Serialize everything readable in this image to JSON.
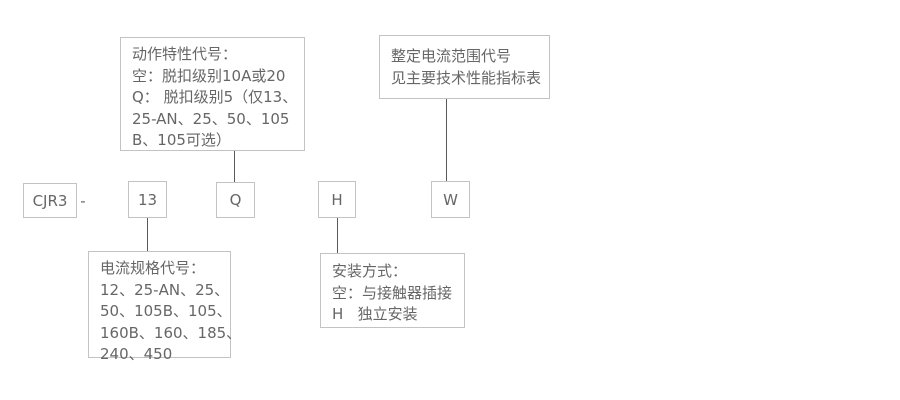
{
  "diagram": {
    "title": "CJR3 model designation diagram",
    "model_code": {
      "prefix": "CJR3",
      "separator": "-",
      "segments": [
        "13",
        "Q",
        "H",
        "W"
      ]
    },
    "callouts": {
      "action_characteristic": {
        "lines": [
          "动作特性代号：",
          "空：脱扣级别10A或20",
          "Q： 脱扣级别5（仅13、",
          "25-AN、25、50、105",
          "B、105可选）"
        ],
        "points_to": "Q"
      },
      "setting_current_range": {
        "lines": [
          "整定电流范围代号",
          "见主要技术性能指标表"
        ],
        "points_to": "W"
      },
      "current_spec": {
        "lines": [
          "电流规格代号：",
          "12、25-AN、25、",
          "50、105B、105、",
          "160B、160、185、",
          "240、450"
        ],
        "points_to": "13"
      },
      "mounting": {
        "lines": [
          "安装方式：",
          "空：与接触器插接",
          "H   独立安装"
        ],
        "points_to": "H"
      }
    },
    "colors": {
      "background": "#ffffff",
      "border": "#c3c3c3",
      "line": "#5a5a5a",
      "text": "#666666"
    }
  }
}
